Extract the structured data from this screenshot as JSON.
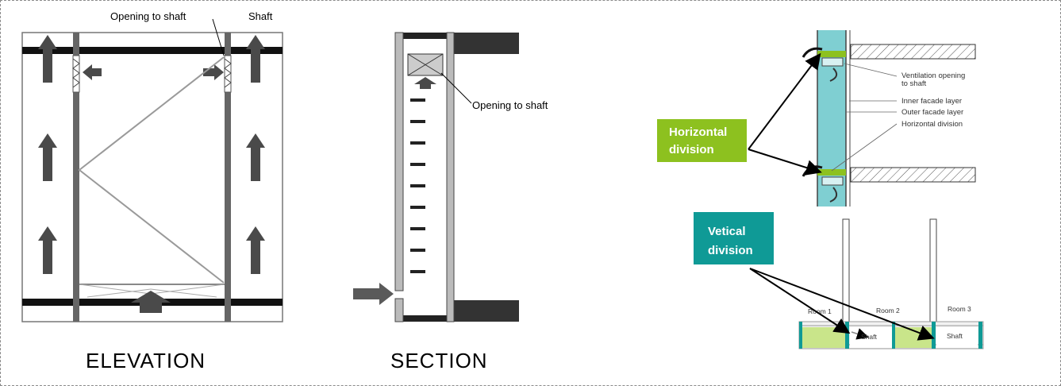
{
  "elevation": {
    "title": "ELEVATION",
    "label_opening": "Opening to shaft",
    "label_shaft": "Shaft"
  },
  "section": {
    "title": "SECTION",
    "label_opening": "Opening to shaft"
  },
  "detail": {
    "callout_ventilation_line1": "Ventilation opening",
    "callout_ventilation_line2": "to shaft",
    "callout_inner": "Inner facade layer",
    "callout_outer": "Outer facade layer",
    "callout_horizontal": "Horizontal division",
    "box_horizontal_line1": "Horizontal",
    "box_horizontal_line2": "division",
    "box_vertical_line1": "Vetical",
    "box_vertical_line2": "division",
    "room1": "Room 1",
    "room2": "Room 2",
    "room3": "Room 3",
    "shaft_a": "Shaft",
    "shaft_b": "Shaft"
  },
  "colors": {
    "green_box": "#8dc11f",
    "teal_box": "#0f9a96",
    "glass": "#7fcfd2",
    "light_green": "#c9e58a"
  }
}
